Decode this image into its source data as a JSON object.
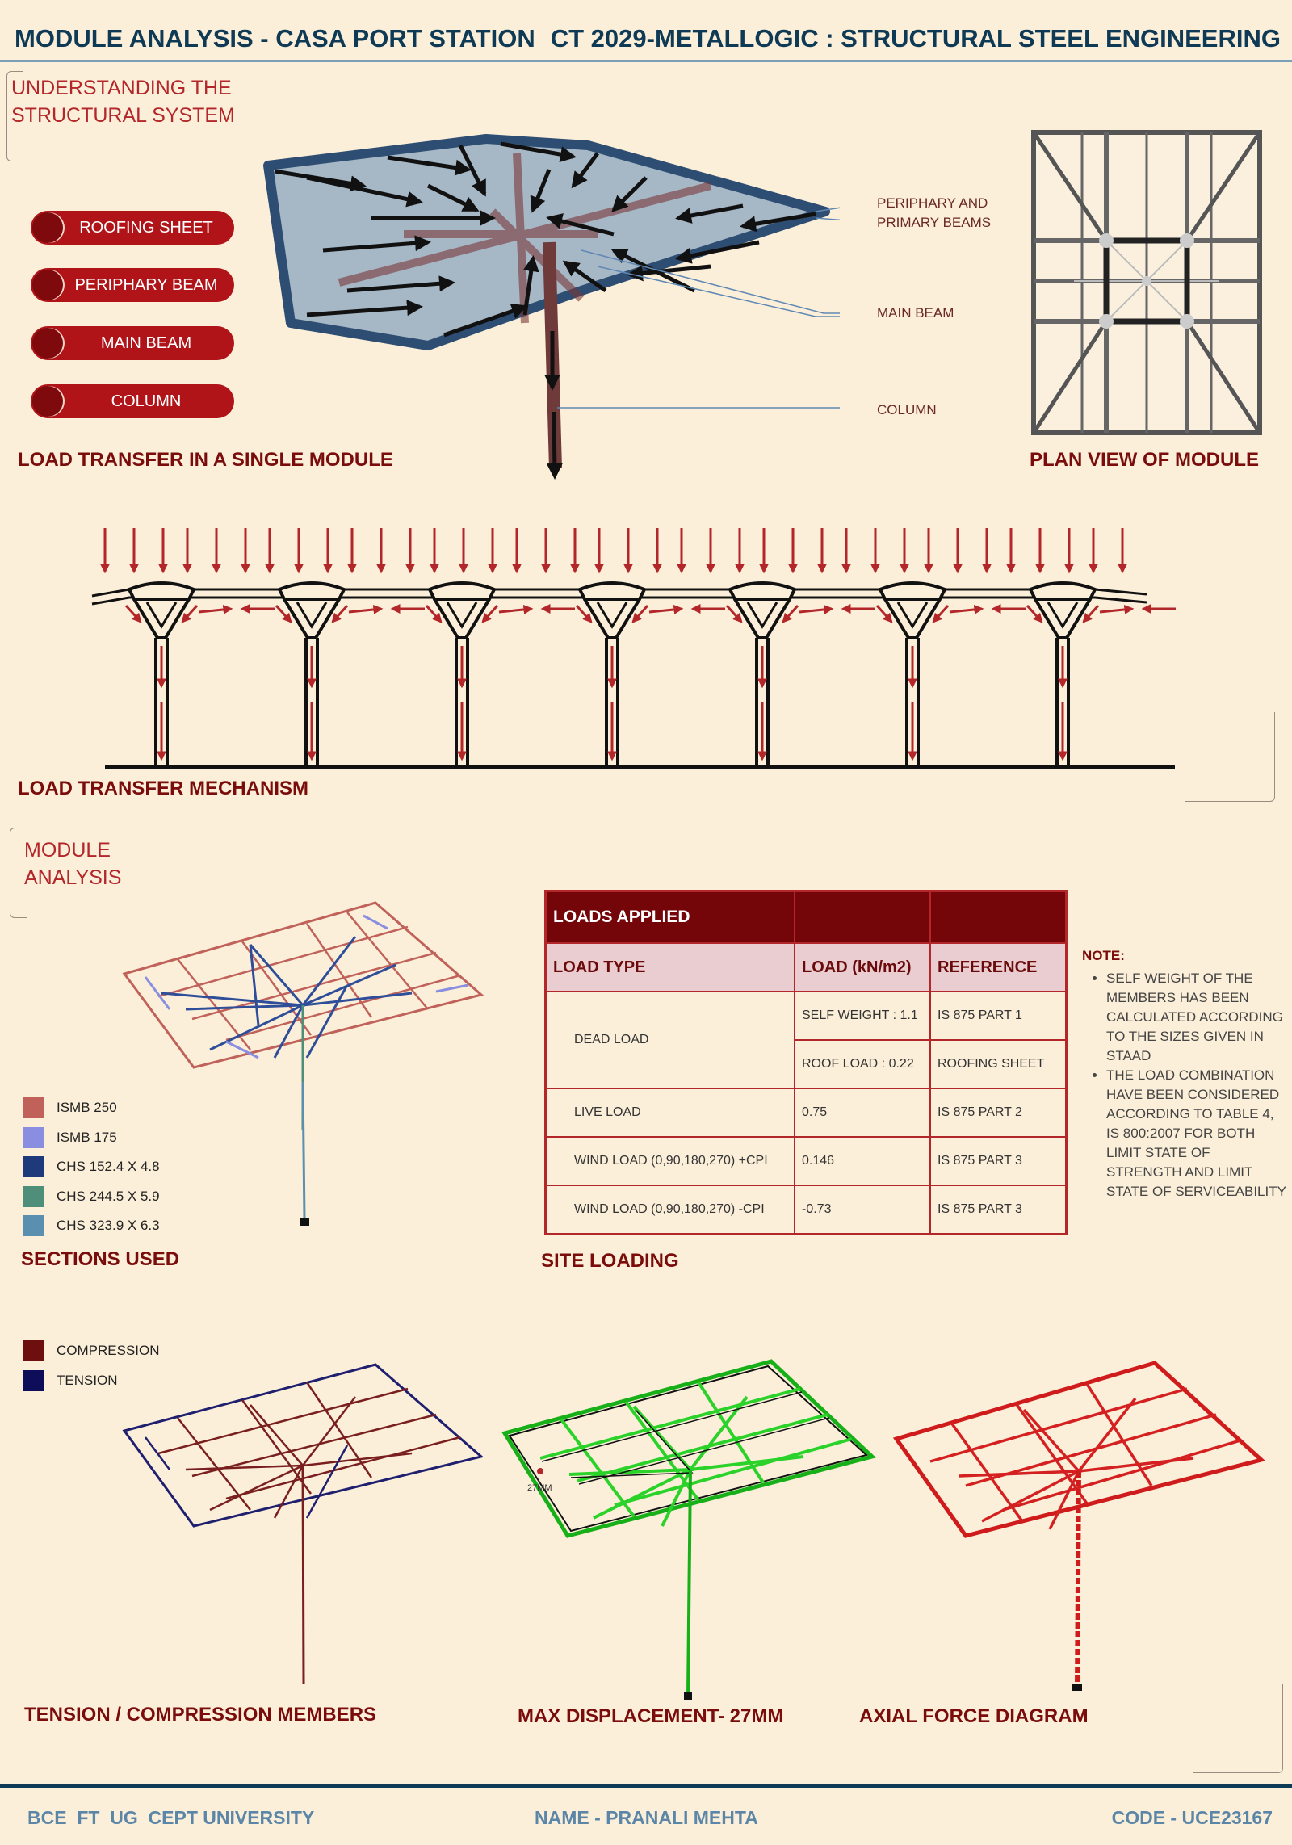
{
  "header": {
    "left_title": "MODULE ANALYSIS  - CASA PORT STATION",
    "right_title": "CT 2029-METALLOGIC : STRUCTURAL STEEL ENGINEERING"
  },
  "section1": {
    "title_line1": "UNDERSTANDING THE",
    "title_line2": "STRUCTURAL SYSTEM",
    "pills": [
      "ROOFING SHEET",
      "PERIPHARY BEAM",
      "MAIN BEAM",
      "COLUMN"
    ],
    "labels": {
      "periphery_1": "PERIPHARY AND",
      "periphery_2": "PRIMARY BEAMS",
      "main_beam": "MAIN BEAM",
      "column": "COLUMN"
    },
    "caption_load_transfer": "LOAD TRANSFER IN A SINGLE MODULE",
    "caption_plan": "PLAN VIEW OF MODULE",
    "caption_mechanism": "LOAD TRANSFER MECHANISM"
  },
  "section2": {
    "title_line1": "MODULE",
    "title_line2": "ANALYSIS",
    "legend": [
      {
        "label": "ISMB 250",
        "color": "#c0615a"
      },
      {
        "label": "ISMB 175",
        "color": "#8a8ee0"
      },
      {
        "label": "CHS 152.4 X 4.8",
        "color": "#1f3a7a"
      },
      {
        "label": "CHS 244.5 X 5.9",
        "color": "#4f8f7a"
      },
      {
        "label": "CHS 323.9 X 6.3",
        "color": "#5b8fb0"
      }
    ],
    "caption_sections": "SECTIONS USED",
    "caption_site": "SITE LOADING",
    "table": {
      "head1": [
        "LOADS APPLIED",
        "",
        ""
      ],
      "head2": [
        "LOAD TYPE",
        "LOAD (kN/m2)",
        "REFERENCE"
      ],
      "dead_load": "DEAD LOAD",
      "self_weight": "SELF WEIGHT : 1.1",
      "self_weight_ref": "IS 875 PART 1",
      "roof_load": "ROOF LOAD : 0.22",
      "roof_load_ref": "ROOFING SHEET",
      "rows": [
        [
          "LIVE LOAD",
          "0.75",
          "IS 875 PART 2"
        ],
        [
          "WIND LOAD (0,90,180,270) +CPI",
          "0.146",
          "IS 875 PART 3"
        ],
        [
          "WIND LOAD (0,90,180,270) -CPI",
          "-0.73",
          "IS 875 PART 3"
        ]
      ]
    },
    "note": {
      "heading": "NOTE:",
      "items": [
        "SELF WEIGHT OF THE MEMBERS HAS BEEN CALCULATED ACCORDING TO THE SIZES GIVEN IN STAAD",
        "THE LOAD COMBINATION HAVE BEEN CONSIDERED ACCORDING TO TABLE 4, IS 800:2007 FOR BOTH LIMIT STATE OF STRENGTH AND LIMIT STATE OF SERVICEABILITY"
      ]
    }
  },
  "section3": {
    "legend": [
      {
        "label": "COMPRESSION",
        "color": "#6e0f0f"
      },
      {
        "label": "TENSION",
        "color": "#0d0d5a"
      }
    ],
    "disp_tag": "27MM",
    "caption_tc": "TENSION / COMPRESSION MEMBERS",
    "caption_disp": "MAX DISPLACEMENT- 27MM",
    "caption_axial": "AXIAL FORCE DIAGRAM"
  },
  "footer": {
    "left": "BCE_FT_UG_CEPT UNIVERSITY",
    "center": "NAME - PRANALI MEHTA",
    "right": "CODE - UCE23167"
  }
}
